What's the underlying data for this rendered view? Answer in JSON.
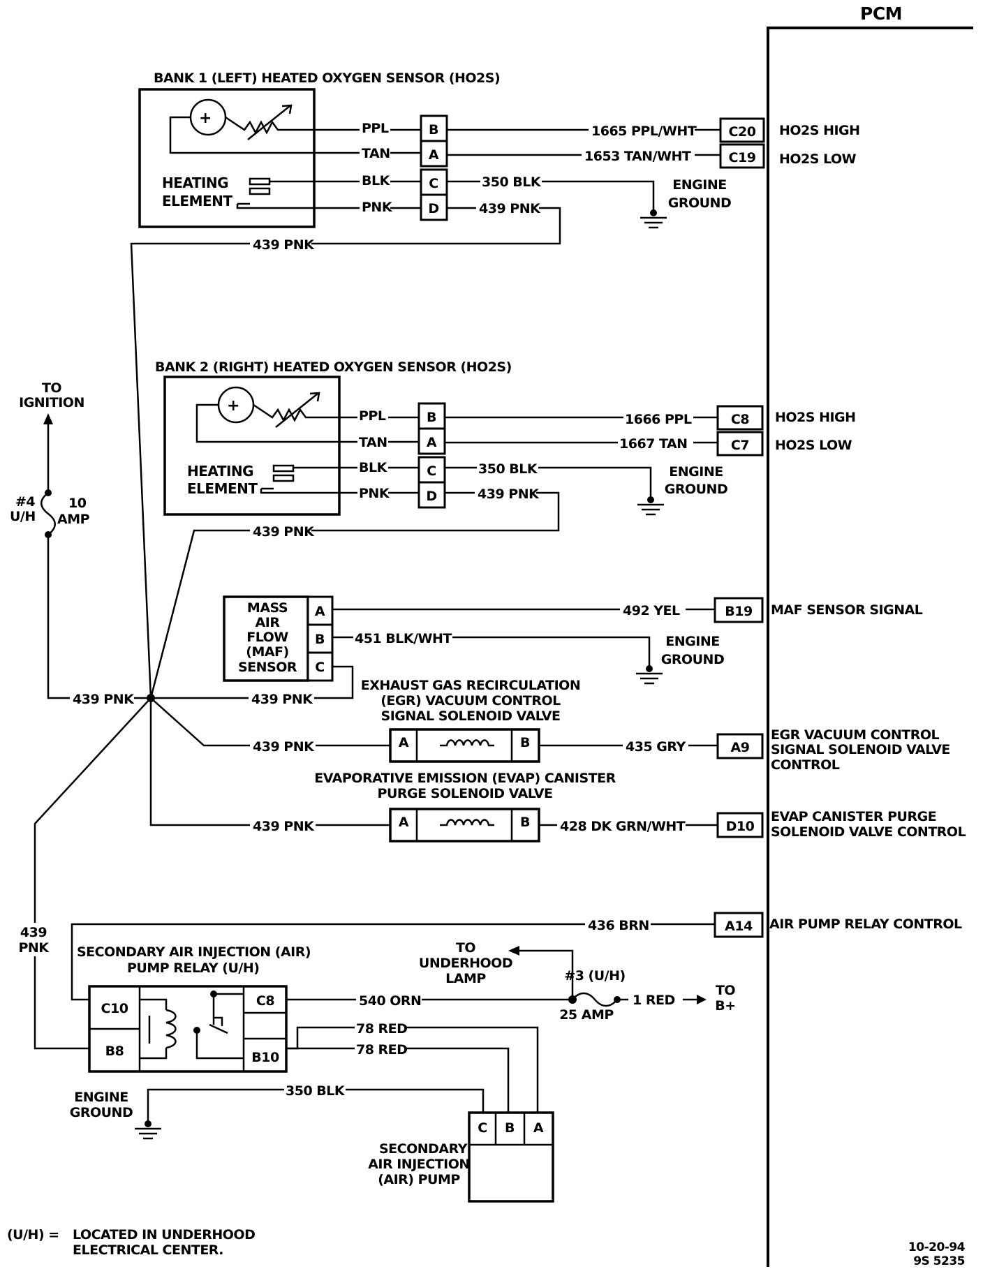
{
  "pcm": {
    "title": "PCM"
  },
  "bank1": {
    "title": "BANK 1 (LEFT) HEATED OXYGEN SENSOR (HO2S)",
    "heating_line1": "HEATING",
    "heating_line2": "ELEMENT",
    "pin_b": "B",
    "pin_a": "A",
    "pin_c": "C",
    "pin_d": "D",
    "w_ppl": "PPL",
    "w_tan": "TAN",
    "w_blk": "BLK",
    "w_pnk": "PNK",
    "w_high": "1665 PPL/WHT",
    "w_low": "1653 TAN/WHT",
    "w_gnd": "350 BLK",
    "w_heat": "439 PNK",
    "w_feed": "439 PNK",
    "pcm_high": "C20",
    "pcm_low": "C19",
    "sig_high": "HO2S HIGH",
    "sig_low": "HO2S LOW",
    "gnd_line1": "ENGINE",
    "gnd_line2": "GROUND"
  },
  "bank2": {
    "title": "BANK 2 (RIGHT) HEATED OXYGEN SENSOR (HO2S)",
    "heating_line1": "HEATING",
    "heating_line2": "ELEMENT",
    "pin_b": "B",
    "pin_a": "A",
    "pin_c": "C",
    "pin_d": "D",
    "w_ppl": "PPL",
    "w_tan": "TAN",
    "w_blk": "BLK",
    "w_pnk": "PNK",
    "w_high": "1666 PPL",
    "w_low": "1667 TAN",
    "w_gnd": "350 BLK",
    "w_heat": "439 PNK",
    "w_feed": "439 PNK",
    "pcm_high": "C8",
    "pcm_low": "C7",
    "sig_high": "HO2S HIGH",
    "sig_low": "HO2S LOW",
    "gnd_line1": "ENGINE",
    "gnd_line2": "GROUND"
  },
  "maf": {
    "l1": "MASS",
    "l2": "AIR",
    "l3": "FLOW",
    "l4": "(MAF)",
    "l5": "SENSOR",
    "pin_a": "A",
    "pin_b": "B",
    "pin_c": "C",
    "w_sig": "492 YEL",
    "w_gnd": "451 BLK/WHT",
    "w_feed": "439 PNK",
    "pcm_pin": "B19",
    "sig": "MAF SENSOR SIGNAL",
    "gnd_line1": "ENGINE",
    "gnd_line2": "GROUND"
  },
  "ignition": {
    "to_line1": "TO",
    "to_line2": "IGNITION",
    "fuse_num": "#4",
    "fuse_loc": "U/H",
    "fuse_amp1": "10",
    "fuse_amp2": "AMP",
    "w_feed": "439 PNK"
  },
  "egr": {
    "title1": "EXHAUST GAS RECIRCULATION",
    "title2": "(EGR) VACUUM CONTROL",
    "title3": "SIGNAL SOLENOID VALVE",
    "pin_a": "A",
    "pin_b": "B",
    "w_feed": "439 PNK",
    "w_ctl": "435 GRY",
    "pcm_pin": "A9",
    "sig1": "EGR VACUUM CONTROL",
    "sig2": "SIGNAL SOLENOID VALVE",
    "sig3": "CONTROL"
  },
  "evap": {
    "title1": "EVAPORATIVE EMISSION (EVAP) CANISTER",
    "title2": "PURGE SOLENOID VALVE",
    "pin_a": "A",
    "pin_b": "B",
    "w_feed": "439 PNK",
    "w_ctl": "428 DK GRN/WHT",
    "pcm_pin": "D10",
    "sig1": "EVAP CANISTER PURGE",
    "sig2": "SOLENOID VALVE CONTROL"
  },
  "relay": {
    "left_l1": "439",
    "left_l2": "PNK",
    "w_ctl": "436 BRN",
    "pcm_pin": "A14",
    "sig": "AIR PUMP RELAY CONTROL",
    "title1": "SECONDARY AIR INJECTION (AIR)",
    "title2": "PUMP RELAY (U/H)",
    "pin_c10": "C10",
    "pin_b8": "B8",
    "pin_c8": "C8",
    "pin_b10": "B10",
    "w_orn": "540 ORN",
    "to_l1": "TO",
    "to_l2": "UNDERHOOD",
    "to_l3": "LAMP",
    "fuse_label": "#3 (U/H)",
    "fuse_amp": "25 AMP",
    "w_red": "1 RED",
    "to_b_l1": "TO",
    "to_b_l2": "B+",
    "w_78a": "78 RED",
    "w_78b": "78 RED"
  },
  "pump": {
    "w_gnd": "350 BLK",
    "gnd_line1": "ENGINE",
    "gnd_line2": "GROUND",
    "pin_c": "C",
    "pin_b": "B",
    "pin_a": "A",
    "l1": "SECONDARY",
    "l2": "AIR INJECTION",
    "l3": "(AIR) PUMP"
  },
  "footer": {
    "uh_key": "(U/H) =",
    "uh_l1": "LOCATED IN UNDERHOOD",
    "uh_l2": "ELECTRICAL CENTER.",
    "date": "10-20-94",
    "code": "9S 5235"
  }
}
